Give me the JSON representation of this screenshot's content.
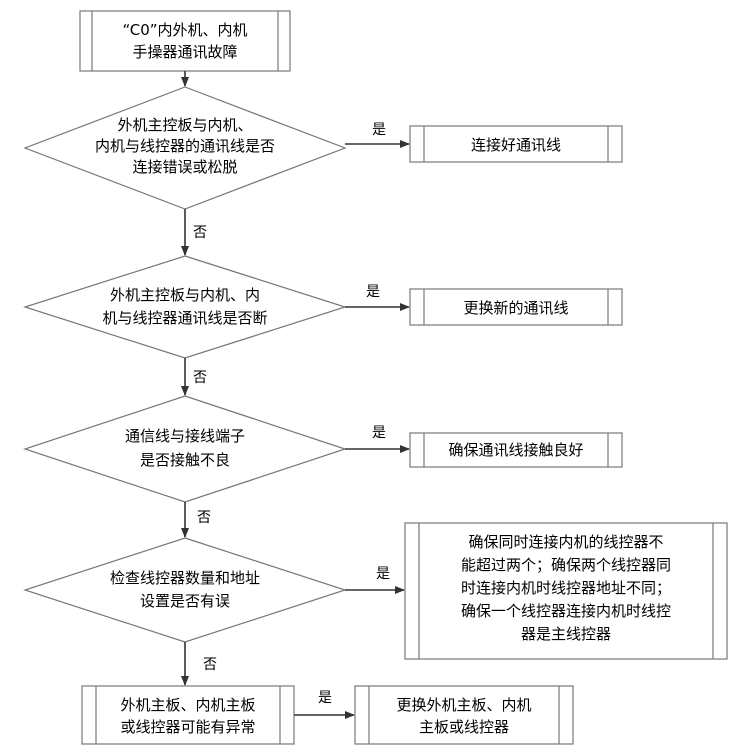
{
  "flowchart": {
    "start": {
      "lines": [
        "“C0”内外机、内机",
        "手操器通讯故障"
      ]
    },
    "decisions": [
      {
        "lines": [
          "外机主控板与内机、",
          "内机与线控器的通讯线是否",
          "连接错误或松脱"
        ]
      },
      {
        "lines": [
          "外机主控板与内机、内",
          "机与线控器通讯线是否断"
        ]
      },
      {
        "lines": [
          "通信线与接线端子",
          "是否接触不良"
        ]
      },
      {
        "lines": [
          "检查线控器数量和地址",
          "设置是否有误"
        ]
      }
    ],
    "actions": [
      {
        "lines": [
          "连接好通讯线"
        ]
      },
      {
        "lines": [
          "更换新的通讯线"
        ]
      },
      {
        "lines": [
          "确保通讯线接触良好"
        ]
      },
      {
        "lines": [
          "确保同时连接内机的线控器不",
          "能超过两个；确保两个线控器同",
          "时连接内机时线控器地址不同；",
          "确保一个线控器连接内机时线控",
          "器是主线控器"
        ]
      }
    ],
    "final_check": {
      "lines": [
        "外机主板、内机主板",
        "或线控器可能有异常"
      ]
    },
    "final_action": {
      "lines": [
        "更换外机主板、内机",
        "主板或线控器"
      ]
    },
    "labels": {
      "yes": "是",
      "no": "否"
    }
  }
}
